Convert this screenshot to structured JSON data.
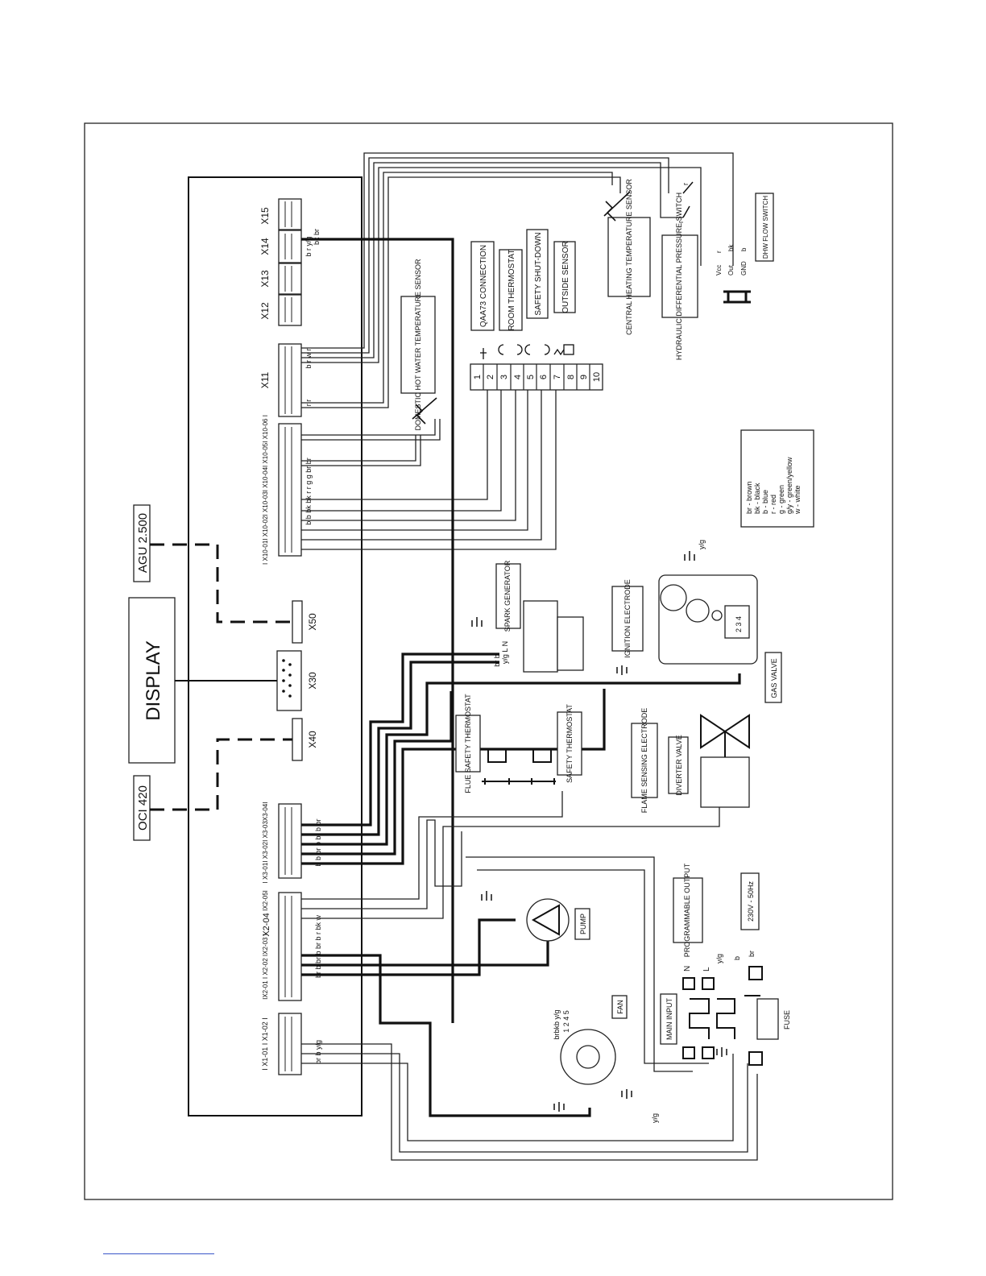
{
  "modules": {
    "display": "DISPLAY",
    "agu": "AGU 2.500",
    "oci": "OCI 420",
    "x50": "X50",
    "x30": "X30",
    "x40": "X40"
  },
  "connectors": {
    "x15": "X15",
    "x14": "X14",
    "x13": "X13",
    "x12": "X12",
    "x11": "X11",
    "x10": "I X10-01I X10-02I X10-03I X10-04I X10-05I X10-06 I",
    "x3": "I X3-01I X3-02I X3-03X3-04I",
    "x2a": "IX2-01 I X2-02 IX2-03 I",
    "x2b": "X2-04",
    "x2c": "IX2-05I",
    "x1": "I X1-01  I X1-02 I"
  },
  "wire_labels": {
    "x14": "b  r  y/g",
    "x14b": "bk  br",
    "x11a": "b  r w r",
    "x11b": "r  r",
    "x10a": "b  b  bk bk  r         r       g   g  br  br",
    "x3": "b   b    br  b   br  b   br",
    "x2": "br b  br b  br b  r   bk  w",
    "x1": "br  b  y/g"
  },
  "components": {
    "dhw_sensor": "DOMESTIC HOT WATER TEMPERATURE SENSOR",
    "qaa73": "QAA73 CONNECTION",
    "room_thermostat": "ROOM THERMOSTAT",
    "safety_shutdown": "SAFETY SHUT-DOWN",
    "outside_sensor": "OUTSIDE SENSOR",
    "ch_sensor": "CENTRAL HEATING TEMPERATURE SENSOR",
    "pressure_switch": "HYDRAULIC DIFFERENTIAL PRESSURE SWITCH",
    "dhw_flow_switch": "DHW FLOW SWITCH",
    "spark_generator": "SPARK GENERATOR",
    "ignition_electrode": "IGNITION ELECTRODE",
    "gas_valve": "GAS VALVE",
    "flue_thermostat": "FLUE SAFETY THERMOSTAT",
    "safety_thermostat": "SAFETY THERMOSTAT",
    "flame_electrode": "FLAME SENSING ELECTRODE",
    "diverter_valve": "DIVERTER VALVE",
    "pump": "PUMP",
    "fan": "FAN",
    "programmable_output": "PROGRAMMABLE OUTPUT",
    "power": "230V - 50Hz",
    "main_input": "MAIN INPUT",
    "fuse": "FUSE"
  },
  "terminal_numbers": [
    "1",
    "2",
    "3",
    "4",
    "5",
    "6",
    "7",
    "8",
    "9",
    "10"
  ],
  "flow_switch_pins": {
    "vcc": "Vcc",
    "out": "Out",
    "gnd": "GND",
    "r": "r",
    "bk": "bk",
    "b": "b"
  },
  "misc_labels": {
    "r1": "r",
    "r2": "r",
    "yg": "y/g",
    "br": "br",
    "b": "b",
    "spark_pins": "y/g  L N",
    "spark_wires": "br b",
    "fan_pins": "1 2 4 5",
    "fan_wires": "brbkb y/g",
    "gas_pins": "2 3  4",
    "N": "N",
    "L": "L"
  },
  "legend": [
    "br   - brown",
    "bk   - black",
    "b    - blue",
    "r    - red",
    "g    - green",
    "g/y  - green/yellow",
    "w    - white"
  ]
}
